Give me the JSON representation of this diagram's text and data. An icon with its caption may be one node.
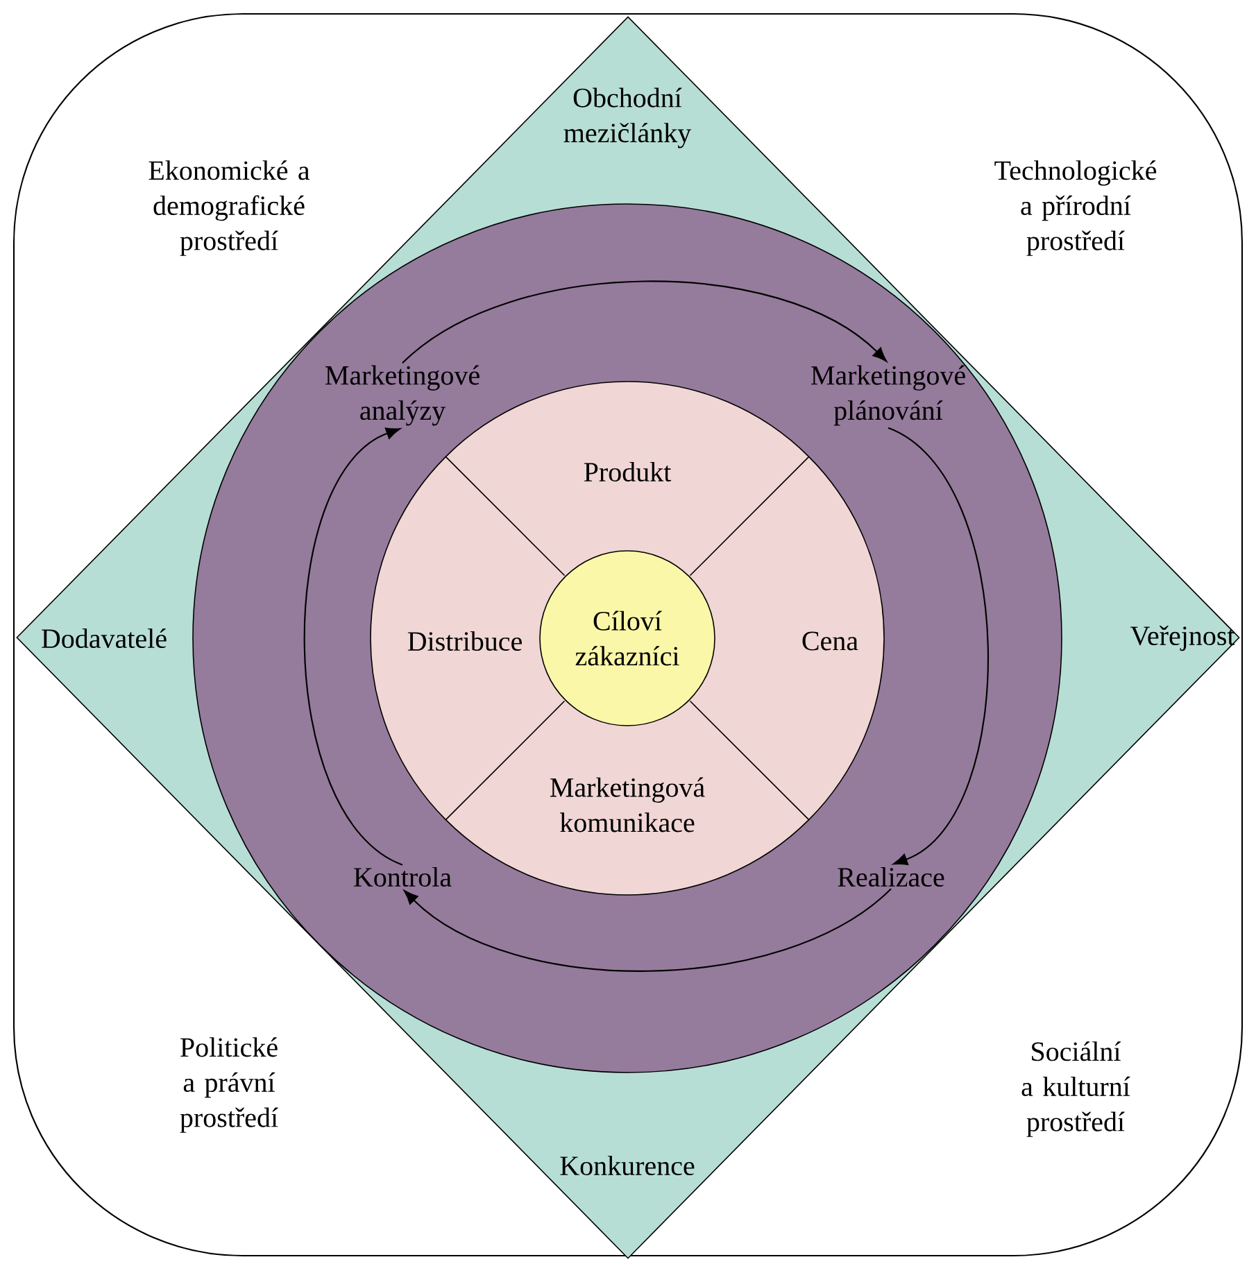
{
  "diagram": {
    "nodes": [
      {
        "text": [
          "Ekonomické a demografické prostředí",
          "Technologické a přírodní prostředí",
          "Politické a právní prostředí",
          "Sociální a kulturní prostředí"
        ]
      },
      {
        "text": [
          "Obchodní mezičlánky",
          "Dodavatelé",
          "Veřejnost",
          "Konkurence"
        ],
        "in": 0
      },
      {
        "text": [],
        "shape": "circle",
        "in": 1
      },
      {
        "text": [
          "Marketingové analýzy"
        ],
        "in": 2
      },
      {
        "text": [
          "Marketingové plánování"
        ],
        "in": 2
      },
      {
        "text": [
          "Kontrola"
        ],
        "in": 2
      },
      {
        "text": [
          "Realizace"
        ],
        "in": 2
      },
      {
        "text": [
          "Produkt",
          "Distribuce",
          "Cena",
          "Marketingová komunikace"
        ],
        "in": 2
      },
      {
        "text": [
          "Cíloví zákazníci"
        ],
        "in": 7
      }
    ],
    "edges": [
      {
        "from": 3,
        "to": 4,
        "arrow": "to"
      },
      {
        "from": 4,
        "to": 6,
        "arrow": "to"
      },
      {
        "from": 6,
        "to": 5,
        "arrow": "to"
      },
      {
        "from": 5,
        "to": 3,
        "arrow": "to"
      }
    ]
  }
}
